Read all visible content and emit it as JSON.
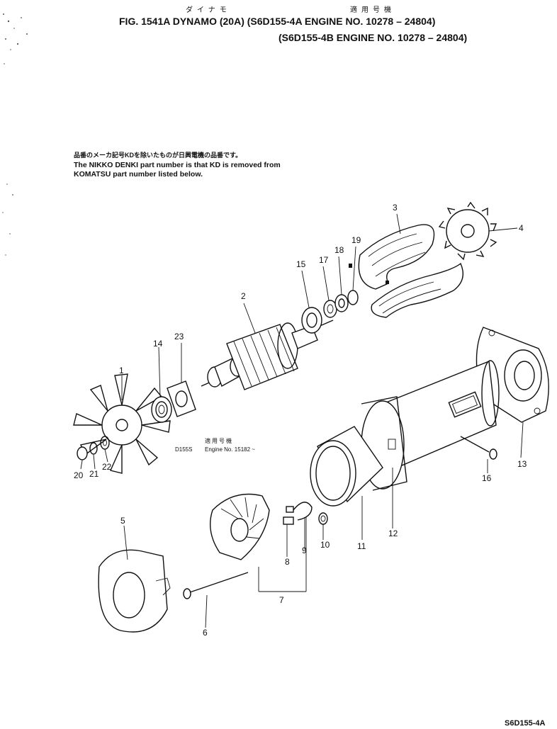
{
  "header": {
    "jp_title": "ダイナモ",
    "jp_applicable": "適用号機",
    "line1": "FIG. 1541A  DYNAMO (20A) (S6D155-4A  ENGINE NO. 10278 – 24804)",
    "line2": "(S6D155-4B  ENGINE NO. 10278 – 24804)"
  },
  "note": {
    "jp": "品番のメーカ記号KDを除いたものが日興電機の品番です。",
    "en1": "The NIKKO DENKI part number is that KD is removed from",
    "en2": "KOMATSU part number listed below."
  },
  "applicability": {
    "jp": "適用号機",
    "model": "D155S",
    "engine": "Engine No. 15182 ~"
  },
  "callouts": [
    {
      "id": "c1",
      "label": "1"
    },
    {
      "id": "c2",
      "label": "2"
    },
    {
      "id": "c3",
      "label": "3"
    },
    {
      "id": "c4",
      "label": "4"
    },
    {
      "id": "c5",
      "label": "5"
    },
    {
      "id": "c6",
      "label": "6"
    },
    {
      "id": "c7",
      "label": "7"
    },
    {
      "id": "c8",
      "label": "8"
    },
    {
      "id": "c9",
      "label": "9"
    },
    {
      "id": "c10",
      "label": "10"
    },
    {
      "id": "c11",
      "label": "11"
    },
    {
      "id": "c12",
      "label": "12"
    },
    {
      "id": "c13",
      "label": "13"
    },
    {
      "id": "c14",
      "label": "14"
    },
    {
      "id": "c15",
      "label": "15"
    },
    {
      "id": "c16",
      "label": "16"
    },
    {
      "id": "c17",
      "label": "17"
    },
    {
      "id": "c18",
      "label": "18"
    },
    {
      "id": "c19",
      "label": "19"
    },
    {
      "id": "c20",
      "label": "20"
    },
    {
      "id": "c21",
      "label": "21"
    },
    {
      "id": "c22",
      "label": "22"
    },
    {
      "id": "c23",
      "label": "23"
    }
  ],
  "footer": {
    "code": "S6D155-4A"
  }
}
